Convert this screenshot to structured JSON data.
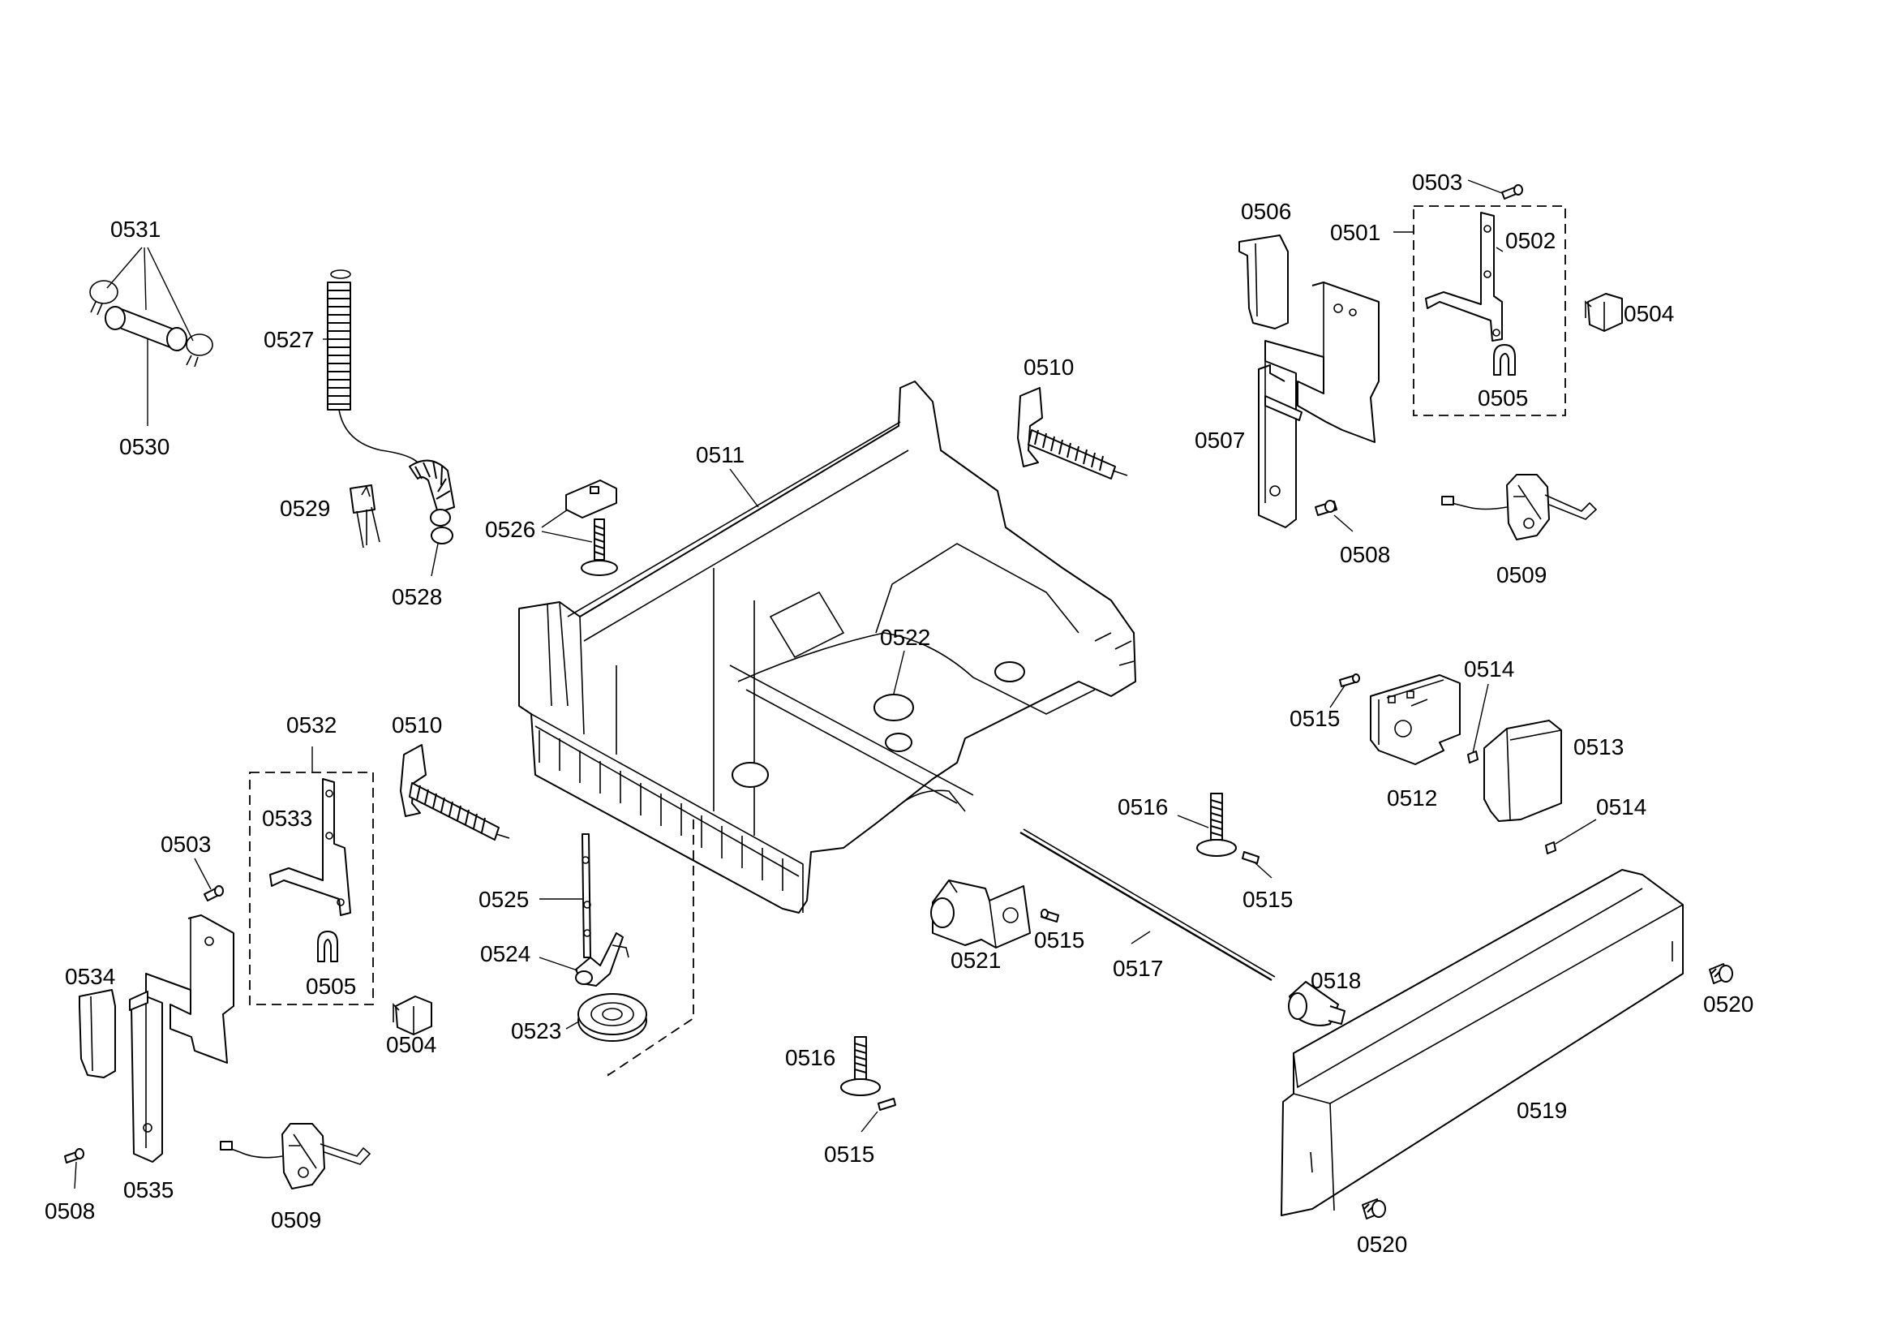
{
  "labels": {
    "p0501": "0501",
    "p0502": "0502",
    "p0503a": "0503",
    "p0503b": "0503",
    "p0504a": "0504",
    "p0504b": "0504",
    "p0505a": "0505",
    "p0505b": "0505",
    "p0506": "0506",
    "p0507": "0507",
    "p0508a": "0508",
    "p0508b": "0508",
    "p0509a": "0509",
    "p0509b": "0509",
    "p0510a": "0510",
    "p0510b": "0510",
    "p0511": "0511",
    "p0512": "0512",
    "p0513": "0513",
    "p0514a": "0514",
    "p0514b": "0514",
    "p0515a": "0515",
    "p0515b": "0515",
    "p0515c": "0515",
    "p0515d": "0515",
    "p0516a": "0516",
    "p0516b": "0516",
    "p0517": "0517",
    "p0518": "0518",
    "p0519": "0519",
    "p0520a": "0520",
    "p0520b": "0520",
    "p0521": "0521",
    "p0522": "0522",
    "p0523": "0523",
    "p0524": "0524",
    "p0525": "0525",
    "p0526": "0526",
    "p0527": "0527",
    "p0528": "0528",
    "p0529": "0529",
    "p0530": "0530",
    "p0531": "0531",
    "p0532": "0532",
    "p0533": "0533",
    "p0534": "0534",
    "p0535": "0535"
  }
}
